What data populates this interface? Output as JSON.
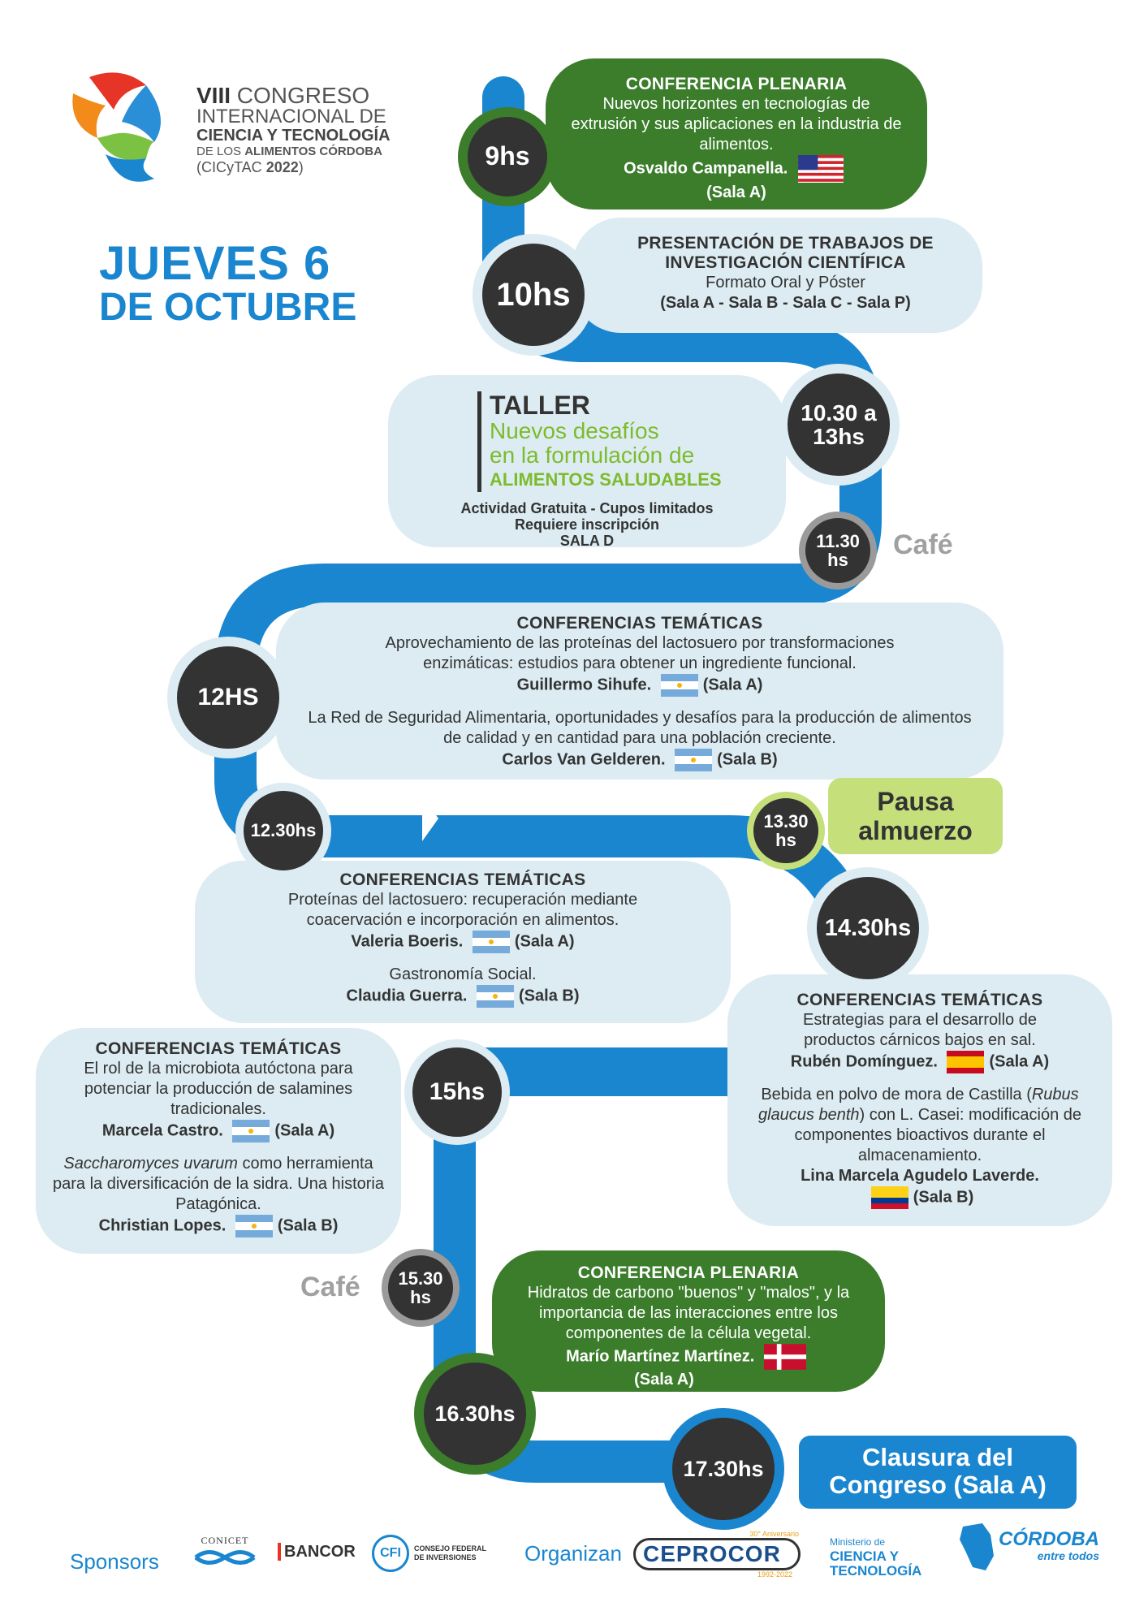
{
  "logo": {
    "line1_bold": "VIII",
    "line1": "CONGRESO",
    "line2": "INTERNACIONAL DE",
    "line3": "CIENCIA Y TECNOLOGÍA",
    "line4_pre": "DE LOS",
    "line4_bold": "ALIMENTOS CÓRDOBA",
    "line5_pre": "(CICyTAC",
    "line5_bold": "2022",
    "line5_post": ")"
  },
  "date": {
    "line1": "JUEVES 6",
    "line2": "DE OCTUBRE"
  },
  "events": {
    "e1": {
      "time": "9hs",
      "title": "CONFERENCIA PLENARIA",
      "text": "Nuevos horizontes en tecnologías de extrusión y sus aplicaciones en la industria de alimentos.",
      "speaker": "Osvaldo Campanella.",
      "room": "(Sala A)"
    },
    "e2": {
      "time": "10hs",
      "title1": "PRESENTACIÓN DE TRABAJOS DE",
      "title2": "INVESTIGACIÓN CIENTÍFICA",
      "text": "Formato Oral y Póster",
      "room": "(Sala A - Sala B - Sala C - Sala P)"
    },
    "e3": {
      "time1": "10.30 a",
      "time2": "13hs",
      "title": "TALLER",
      "sub1": "Nuevos desafíos",
      "sub2": "en la formulación de",
      "sub3": "ALIMENTOS SALUDABLES",
      "note1": "Actividad Gratuita - Cupos limitados",
      "note2": "Requiere inscripción",
      "note3": "SALA D"
    },
    "cafe1": {
      "time1": "11.30",
      "time2": "hs",
      "label": "Café"
    },
    "e4": {
      "time": "12HS",
      "title": "CONFERENCIAS TEMÁTICAS",
      "text1": "Aprovechamiento de las proteínas del lactosuero por transformaciones enzimáticas: estudios para obtener un ingrediente funcional.",
      "speaker1": "Guillermo Sihufe.",
      "room1": "(Sala A)",
      "text2": "La Red de Seguridad Alimentaria, oportunidades y desafíos para la producción de alimentos de calidad y en cantidad para una población creciente.",
      "speaker2": "Carlos Van Gelderen.",
      "room2": "(Sala B)"
    },
    "lunch": {
      "time1": "13.30",
      "time2": "hs",
      "label1": "Pausa",
      "label2": "almuerzo"
    },
    "e5": {
      "time": "12.30hs",
      "title": "CONFERENCIAS TEMÁTICAS",
      "text1": "Proteínas del lactosuero: recuperación mediante coacervación e incorporación en alimentos.",
      "speaker1": "Valeria Boeris.",
      "room1": "(Sala A)",
      "text2": "Gastronomía Social.",
      "speaker2": "Claudia Guerra.",
      "room2": "(Sala B)"
    },
    "e6": {
      "time": "14.30hs",
      "title": "CONFERENCIAS TEMÁTICAS",
      "text1": "Estrategias para el desarrollo de productos cárnicos bajos en sal.",
      "speaker1": "Rubén Domínguez.",
      "room1": "(Sala A)",
      "text2a": "Bebida en polvo de mora de Castilla (",
      "text2i": "Rubus glaucus benth",
      "text2b": ") con L. Casei: modificación de componentes bioactivos durante el almacenamiento.",
      "speaker2": "Lina Marcela Agudelo Laverde.",
      "room2": "(Sala B)"
    },
    "e7": {
      "time": "15hs",
      "title": "CONFERENCIAS TEMÁTICAS",
      "text1": "El rol de la microbiota autóctona para potenciar la producción de salamines tradicionales.",
      "speaker1": "Marcela Castro.",
      "room1": "(Sala A)",
      "text2i": "Saccharomyces uvarum",
      "text2b": " como herramienta para la diversificación de la sidra. Una historia Patagónica.",
      "speaker2": "Christian Lopes.",
      "room2": "(Sala B)"
    },
    "cafe2": {
      "time1": "15.30",
      "time2": "hs",
      "label": "Café"
    },
    "e8": {
      "time": "16.30hs",
      "title": "CONFERENCIA PLENARIA",
      "text": "Hidratos de carbono \"buenos\" y \"malos\", y la importancia de las interacciones entre los componentes de la célula vegetal.",
      "speaker": "Marío Martínez Martínez.",
      "room": "(Sala A)"
    },
    "e9": {
      "time": "17.30hs",
      "label1": "Clausura del",
      "label2": "Congreso (Sala A)"
    }
  },
  "footer": {
    "sponsors_label": "Sponsors",
    "conicet": "CONICET",
    "bancor": "BANCOR",
    "cfi": "CFI",
    "cfi_line1": "CONSEJO FEDERAL",
    "cfi_line2": "DE INVERSIONES",
    "organizan_label": "Organizan",
    "ceprocor": "CEPROCOR",
    "ceprocor_anniv": "30° Aniversario",
    "ceprocor_years": "1992-2022",
    "ministerio1": "Ministerio de",
    "ministerio2": "CIENCIA Y",
    "ministerio3": "TECNOLOGÍA",
    "cordoba": "CÓRDOBA",
    "cordoba_sub": "entre todos"
  },
  "colors": {
    "blue": "#1a86cf",
    "dark_green": "#3b7d2b",
    "light_box": "#dcecf2",
    "light_green": "#c5e07a",
    "circle": "#333333",
    "title_blue": "#1a86cf"
  }
}
